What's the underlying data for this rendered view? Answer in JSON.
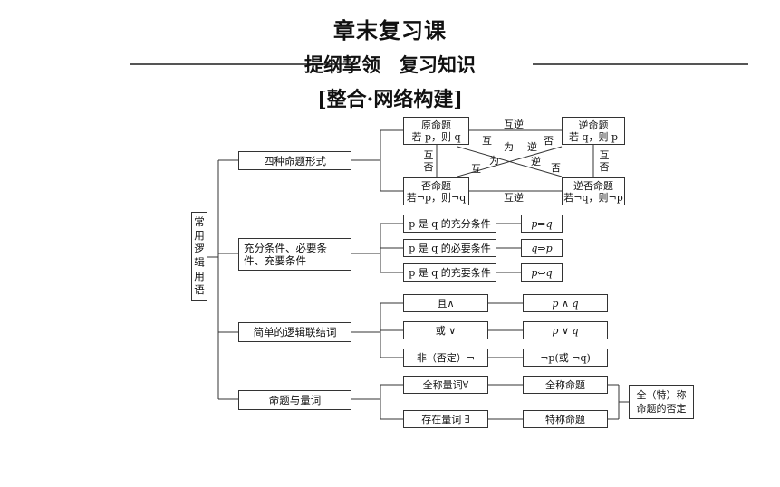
{
  "header": {
    "title": "章末复习课",
    "subtitle": "提纲挈领　复习知识",
    "section": "[整合·网络构建]"
  },
  "root": {
    "label": "常用逻辑用语",
    "chars": [
      "常",
      "用",
      "逻",
      "辑",
      "用",
      "语"
    ]
  },
  "branches": {
    "four_forms": "四种命题形式",
    "conditions": "充分条件、必要条件、充要条件",
    "connectives": "简单的逻辑联结词",
    "quantifiers": "命题与量词"
  },
  "four_forms": {
    "original": {
      "title": "原命题",
      "body": "若 p，则 q"
    },
    "converse": {
      "title": "逆命题",
      "body": "若 q，则 p"
    },
    "inverse": {
      "title": "否命题",
      "body": "若¬p，则¬q"
    },
    "contrapositive": {
      "title": "逆否命题",
      "body": "若¬q，则¬p"
    },
    "rel_top": "互逆",
    "rel_bottom": "互逆",
    "rel_left": [
      "互",
      "否"
    ],
    "rel_right": [
      "互",
      "否"
    ],
    "rel_diag1": [
      "互",
      "为",
      "逆",
      "否"
    ],
    "rel_diag2": [
      "互",
      "为",
      "逆",
      "否"
    ]
  },
  "conditions": [
    {
      "label": "p 是 q 的充分条件",
      "formula": "p⇒q"
    },
    {
      "label": "p 是 q 的必要条件",
      "formula": "q⇒p"
    },
    {
      "label": "p 是 q 的充要条件",
      "formula": "p⇔q"
    }
  ],
  "connectives": [
    {
      "label": "且∧",
      "formula": "p ∧ q"
    },
    {
      "label": "或 ∨",
      "formula": "p ∨ q"
    },
    {
      "label": "非（否定）¬",
      "formula": "¬p(或 ¬q)"
    }
  ],
  "quantifiers": [
    {
      "label": "全称量词∀",
      "result": "全称命题"
    },
    {
      "label": "存在量词 ∃",
      "result": "特称命题"
    }
  ],
  "negation": "全（特）称命题的否定"
}
